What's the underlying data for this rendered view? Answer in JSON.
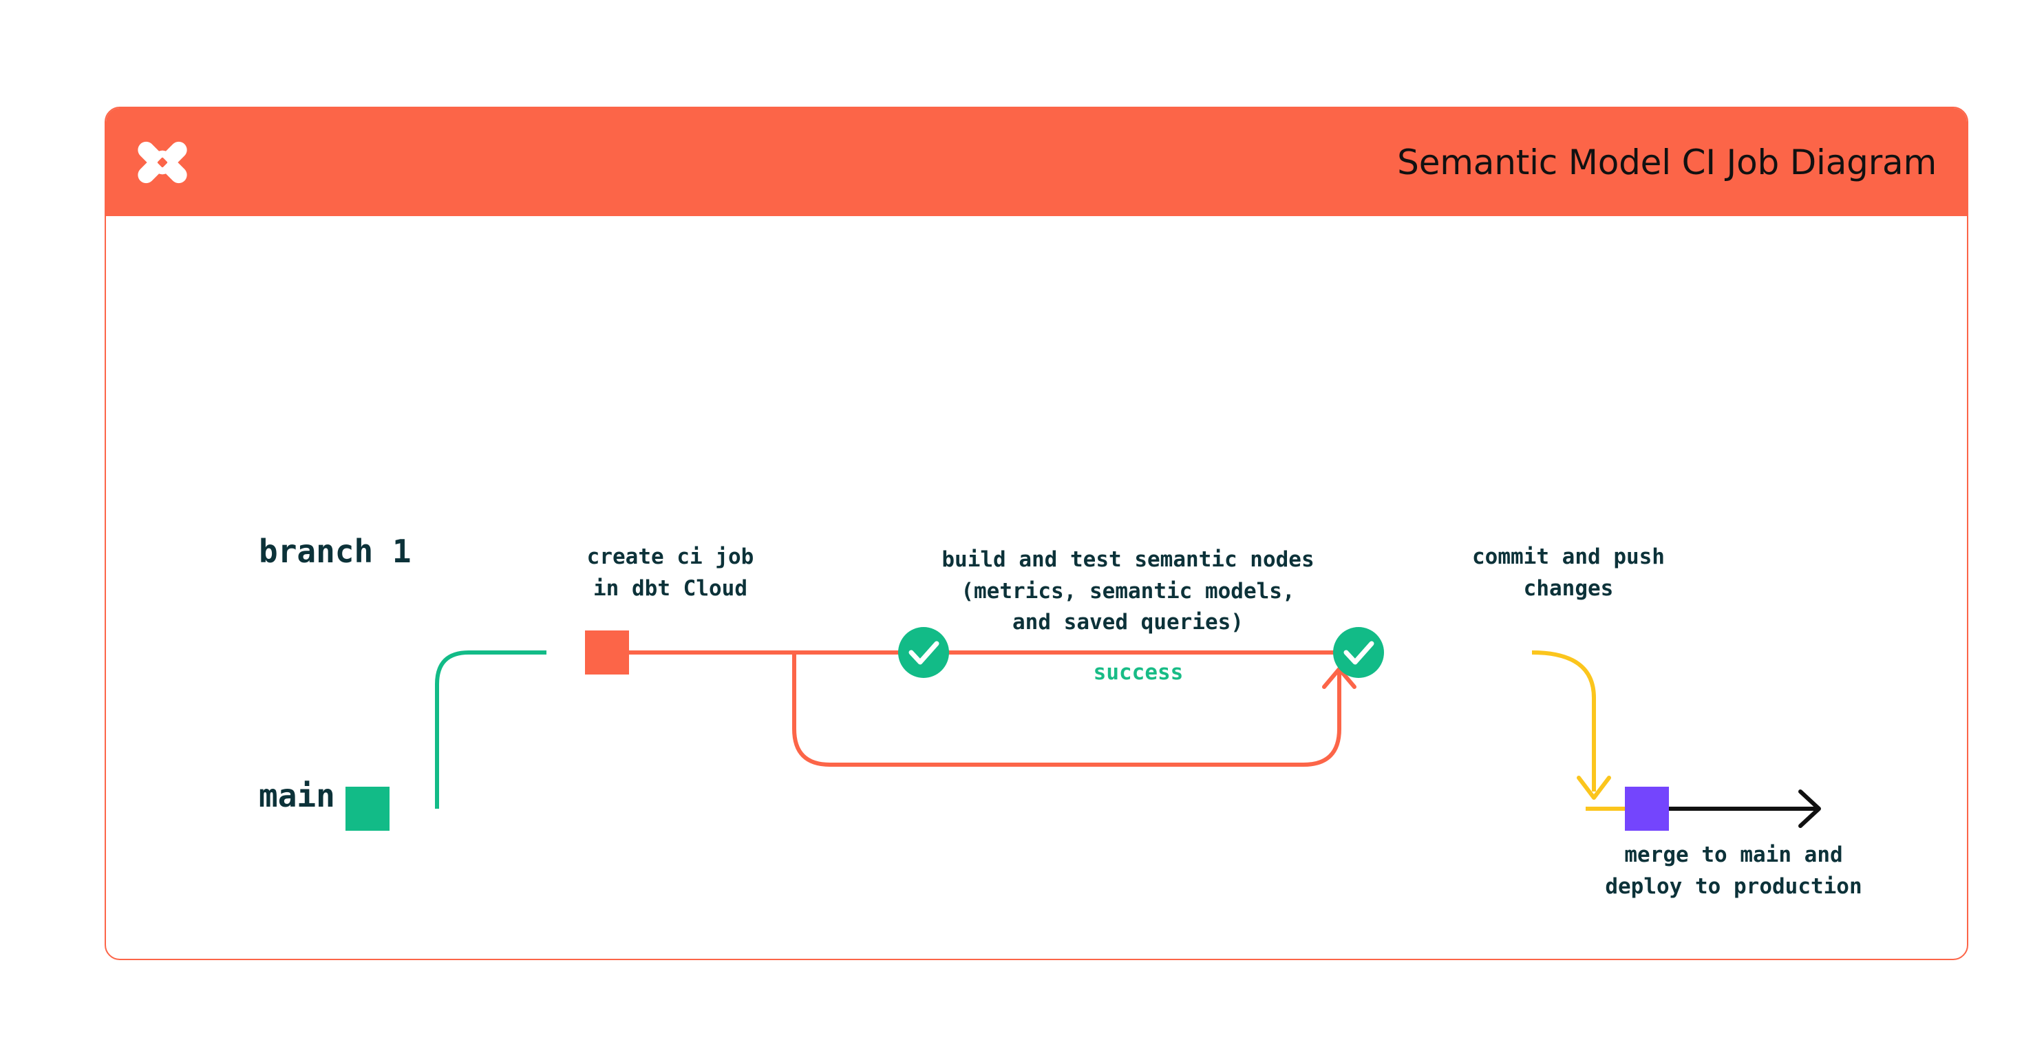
{
  "colors": {
    "brand_orange": "#FC6548",
    "green": "#12BB87",
    "teal_text": "#0C3239",
    "yellow": "#FBC51D",
    "purple": "#7445FD",
    "success_green": "#18BC86",
    "arrow_black": "#111111",
    "card_background": "#FFFFFF"
  },
  "header": {
    "logo_icon": "dbt-logo-icon",
    "title": "Semantic Model CI Job Diagram"
  },
  "diagram": {
    "type": "git-branch-flow",
    "lanes": [
      {
        "id": "branch-1",
        "label": "branch 1",
        "color": "#FC6548"
      },
      {
        "id": "main",
        "label": "main",
        "color": "#12BB87"
      }
    ],
    "nodes": [
      {
        "id": "create-ci-job",
        "lane": "branch-1",
        "marker": "square",
        "marker_color": "#FC6548",
        "label": "create ci job\nin dbt Cloud"
      },
      {
        "id": "build-test-semantic-nodes",
        "lane": "branch-1",
        "marker": "check-circle",
        "marker_color": "#12BB87",
        "label": "build and test semantic nodes\n(metrics, semantic models,\nand saved queries)"
      },
      {
        "id": "commit-and-push",
        "lane": "branch-1",
        "marker": "check-circle",
        "marker_color": "#12BB87",
        "label": "commit and push\nchanges"
      },
      {
        "id": "merge-to-main",
        "lane": "main",
        "marker": "square",
        "marker_color": "#7445FD",
        "label": "merge to main and\ndeploy to production"
      },
      {
        "id": "main-start",
        "lane": "main",
        "marker": "square",
        "marker_color": "#12BB87",
        "label": ""
      }
    ],
    "edges": [
      {
        "id": "branch-off",
        "from": "main-start",
        "to": "create-ci-job",
        "color": "#12BB87"
      },
      {
        "id": "retry-loop",
        "from": "build-test-semantic-nodes",
        "to": "commit-and-push",
        "label": "success",
        "label_color": "#18BC86",
        "color": "#FC6548"
      },
      {
        "id": "merge-down",
        "from": "commit-and-push",
        "to": "merge-to-main",
        "color": "#FBC51D"
      },
      {
        "id": "main-continue",
        "from": "merge-to-main",
        "to": "",
        "color": "#111111",
        "arrow": true
      }
    ],
    "loop_label": "success"
  }
}
